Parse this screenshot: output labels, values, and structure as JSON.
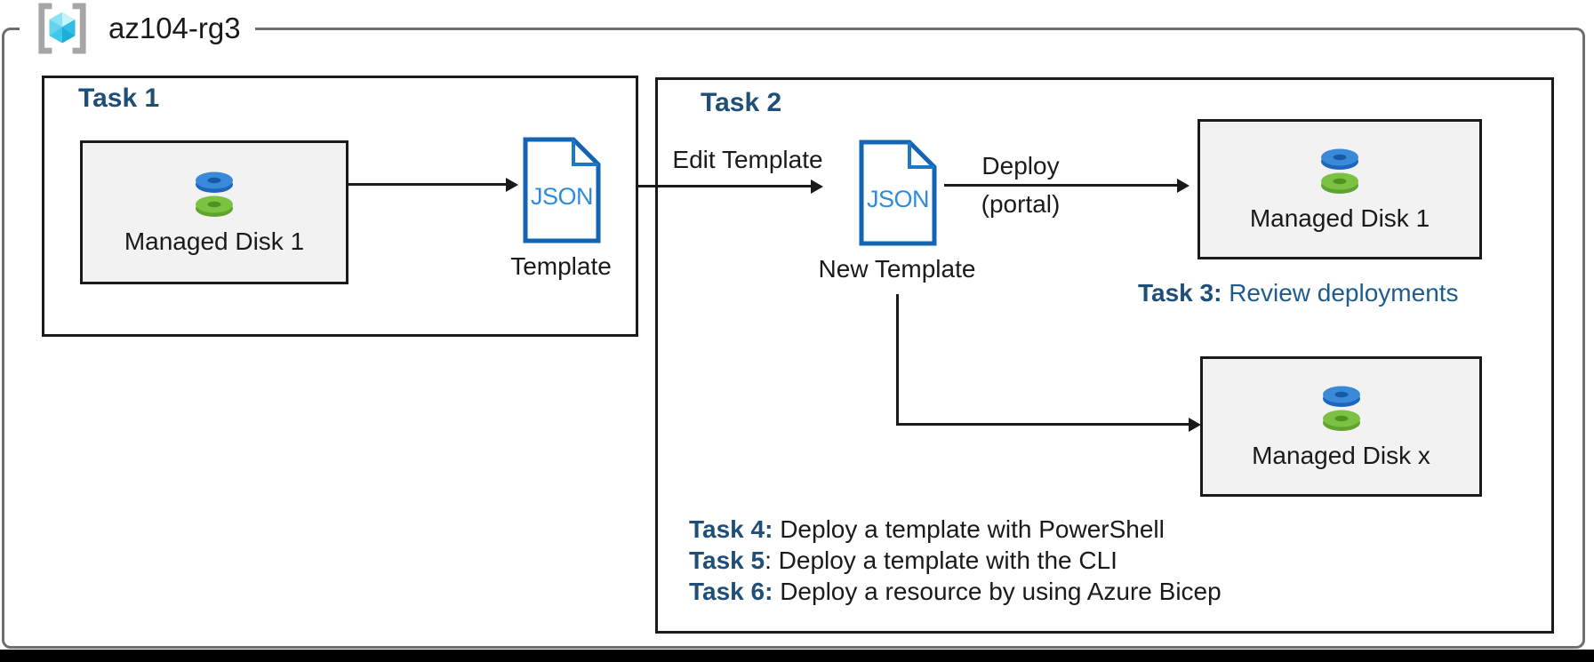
{
  "resource_group": {
    "name": "az104-rg3"
  },
  "json_file_label": "JSON",
  "task1": {
    "title": "Task 1",
    "disk_label": "Managed Disk 1",
    "template_label": "Template"
  },
  "task2": {
    "title": "Task 2",
    "edit_label": "Edit Template",
    "new_template_label": "New Template",
    "deploy_line1": "Deploy",
    "deploy_line2": "(portal)",
    "disk1_label": "Managed Disk 1",
    "diskx_label": "Managed Disk x",
    "task3": {
      "bold": "Task 3:",
      "rest": " Review deployments"
    },
    "task_list": [
      {
        "bold": "Task 4:",
        "rest": " Deploy a template with PowerShell"
      },
      {
        "bold": "Task 5",
        "rest": ": Deploy a template with the CLI"
      },
      {
        "bold": "Task 6:",
        "rest": " Deploy a resource by using Azure Bicep"
      }
    ]
  },
  "colors": {
    "heading_blue": "#1F4E79",
    "task3_blue": "#1F5C8E",
    "doc_border_blue": "#1464B4",
    "json_text_blue": "#2E8CD8",
    "disk_blue": "#3A8AD9",
    "disk_green": "#7CC142",
    "resource_box_gray": "#F2F2F2",
    "line_black": "#1A1A1A",
    "outer_border_gray": "#6E6E6E",
    "bracket_gray": "#A6A6A6",
    "cube_cyan": "#3FC8E9"
  }
}
